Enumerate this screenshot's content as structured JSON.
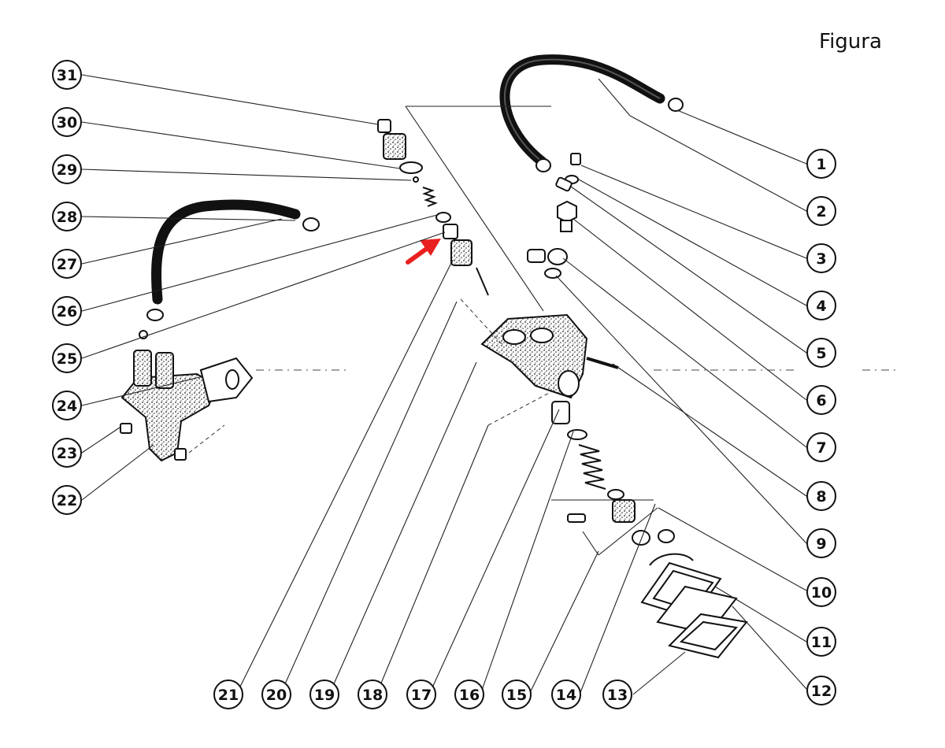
{
  "title": "Figura",
  "arrow_color": "#e8201f",
  "ink_color": "#111111",
  "labels": {
    "n1": "1",
    "n2": "2",
    "n3": "3",
    "n4": "4",
    "n5": "5",
    "n6": "6",
    "n7": "7",
    "n8": "8",
    "n9": "9",
    "n10": "10",
    "n11": "11",
    "n12": "12",
    "n13": "13",
    "n14": "14",
    "n15": "15",
    "n16": "16",
    "n17": "17",
    "n18": "18",
    "n19": "19",
    "n20": "20",
    "n21": "21",
    "n22": "22",
    "n23": "23",
    "n24": "24",
    "n25": "25",
    "n26": "26",
    "n27": "27",
    "n28": "28",
    "n29": "29",
    "n30": "30",
    "n31": "31"
  }
}
